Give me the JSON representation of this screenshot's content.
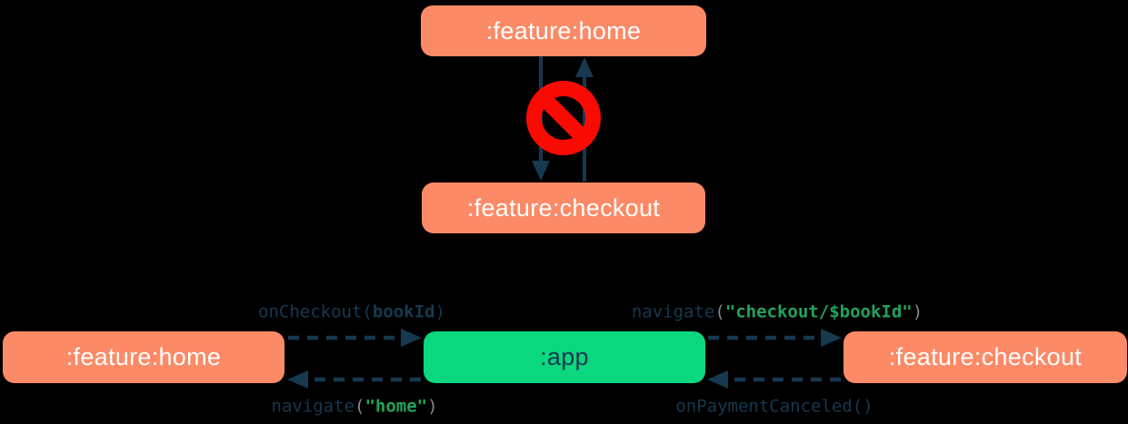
{
  "colors": {
    "background": "#000000",
    "feature_box": "#FC8A67",
    "app_box": "#0BD77F",
    "box_text": "#FFFDFB",
    "app_box_text": "#16394F",
    "arrow": "#16394F",
    "code_function": "#16394F",
    "code_string": "#21A35C",
    "code_paren": "#7E8C94",
    "forbidden_red": "#F90B04"
  },
  "top_diagram": {
    "home_box": {
      "label": ":feature:home"
    },
    "checkout_box": {
      "label": ":feature:checkout"
    },
    "forbidden_icon": "no-entry-icon",
    "arrows": [
      {
        "from": ":feature:home",
        "to": ":feature:checkout",
        "style": "solid"
      },
      {
        "from": ":feature:checkout",
        "to": ":feature:home",
        "style": "solid"
      }
    ]
  },
  "bottom_diagram": {
    "home_box": {
      "label": ":feature:home"
    },
    "app_box": {
      "label": ":app"
    },
    "checkout_box": {
      "label": ":feature:checkout"
    },
    "arrows": [
      {
        "from": ":feature:home",
        "to": ":app",
        "style": "dashed",
        "label": "onCheckout(bookId)"
      },
      {
        "from": ":app",
        "to": ":feature:home",
        "style": "dashed",
        "label": "navigate(\"home\")"
      },
      {
        "from": ":app",
        "to": ":feature:checkout",
        "style": "dashed",
        "label": "navigate(\"checkout/$bookId\")"
      },
      {
        "from": ":feature:checkout",
        "to": ":app",
        "style": "dashed",
        "label": "onPaymentCanceled()"
      }
    ],
    "labels": {
      "on_checkout": {
        "segments": [
          {
            "t": "onCheckout(",
            "s": "fn"
          },
          {
            "t": "bookId",
            "s": "param"
          },
          {
            "t": ")",
            "s": "fn"
          }
        ]
      },
      "navigate_checkout": {
        "segments": [
          {
            "t": "navigate",
            "s": "fn"
          },
          {
            "t": "(",
            "s": "paren"
          },
          {
            "t": "\"checkout/",
            "s": "str"
          },
          {
            "t": "$bookId",
            "s": "param-str"
          },
          {
            "t": "\"",
            "s": "str"
          },
          {
            "t": ")",
            "s": "paren"
          }
        ]
      },
      "navigate_home": {
        "segments": [
          {
            "t": "navigate",
            "s": "fn"
          },
          {
            "t": "(",
            "s": "paren"
          },
          {
            "t": "\"home\"",
            "s": "str"
          },
          {
            "t": ")",
            "s": "paren"
          }
        ]
      },
      "on_payment_canceled": {
        "segments": [
          {
            "t": "onPaymentCanceled()",
            "s": "fn"
          }
        ]
      }
    }
  }
}
